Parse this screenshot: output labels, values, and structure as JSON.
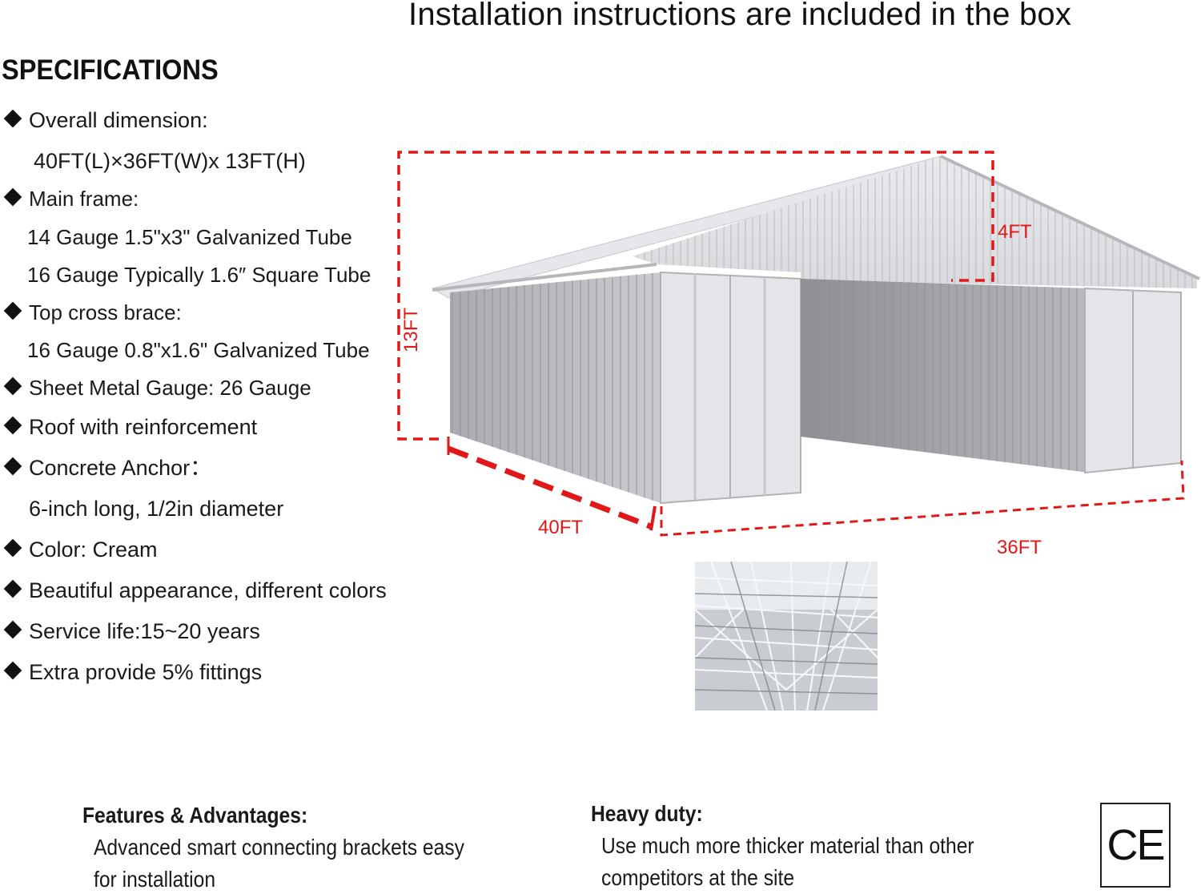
{
  "header": {
    "text": "Installation instructions are included in the box"
  },
  "specifications": {
    "title": "SPECIFICATIONS",
    "items": [
      {
        "type": "bullet",
        "text": "Overall dimension:"
      },
      {
        "type": "sub",
        "text": "40FT(L)×36FT(W)x 13FT(H)"
      },
      {
        "type": "bullet",
        "text": "Main frame:"
      },
      {
        "type": "sub",
        "text": "14 Gauge 1.5\"x3\" Galvanized Tube"
      },
      {
        "type": "sub",
        "text": "16 Gauge Typically 1.6″ Square Tube"
      },
      {
        "type": "bullet",
        "text": "Top cross brace:"
      },
      {
        "type": "sub",
        "text": "16 Gauge 0.8\"x1.6\" Galvanized Tube"
      },
      {
        "type": "bullet",
        "text": "Sheet Metal Gauge: 26 Gauge"
      },
      {
        "type": "bullet",
        "text": "Roof with reinforcement"
      },
      {
        "type": "bullet",
        "text": "Concrete Anchor："
      },
      {
        "type": "sub",
        "text": "6-inch long, 1/2in diameter"
      },
      {
        "type": "bullet",
        "text": "Color: Cream"
      },
      {
        "type": "bullet",
        "text": "Beautiful appearance, different colors"
      },
      {
        "type": "bullet",
        "text": "Service life:15~20 years"
      },
      {
        "type": "bullet",
        "text": "Extra provide 5% fittings"
      }
    ]
  },
  "dimensions": {
    "height_label": "13FT",
    "roof_label": "4FT",
    "length_label": "40FT",
    "width_label": "36FT",
    "line_color": "#e01818"
  },
  "features": {
    "title": "Features & Advantages:",
    "line1": "Advanced smart connecting brackets easy",
    "line2": "for installation"
  },
  "heavy_duty": {
    "title": "Heavy duty:",
    "line1": "Use much more thicker material than other",
    "line2": "competitors at the site"
  },
  "certification": {
    "mark": "CE"
  }
}
